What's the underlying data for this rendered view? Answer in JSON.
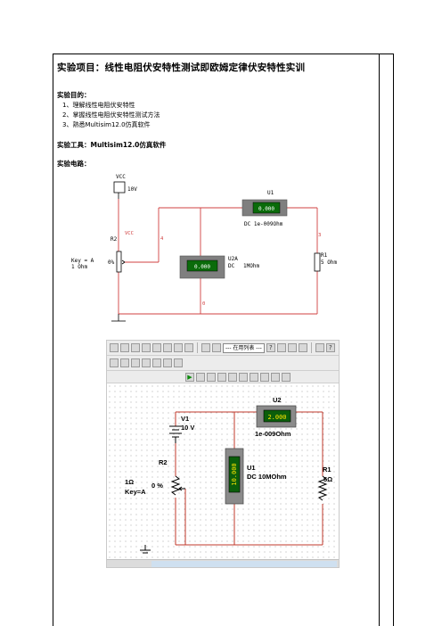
{
  "page": {
    "title": "实验项目：线性电阻伏安特性测试即欧姆定律伏安特性实训",
    "purpose_label": "实验目的：",
    "purpose_items": [
      "1、理解线性电阻伏安特性",
      "2、掌握线性电阻伏安特性测试方法",
      "3、熟悉Multisim12.0仿真软件"
    ],
    "tools_label": "实验工具：Multisim12.0仿真软件",
    "circuit_label": "实验电路："
  },
  "schematic": {
    "vcc_label": "VCC",
    "vcc_value": "10V",
    "net_vcc": "VCC",
    "r2_name": "R2",
    "r2_key": "Key = A",
    "r2_value": "1 Ohm",
    "r2_percent": "0%",
    "u1_name": "U1",
    "u1_reading": "0.000",
    "u1_spec": "DC  1e-009Ohm",
    "u2a_name": "U2A",
    "u2a_reading": "0.000",
    "u2a_spec_dc": "DC",
    "u2a_spec_r": "1MOhm",
    "r1_name": "R1",
    "r1_value": "5 Ohm",
    "node_4": "4",
    "node_3": "3",
    "node_0": "0"
  },
  "screenshot": {
    "toolbar_dropdown": "--- 在用列表 ---",
    "u2_name": "U2",
    "u2_reading": "2.000",
    "u2_spec": "1e-009Ohm",
    "v1_name": "V1",
    "v1_value": "10 V",
    "r2_name": "R2",
    "r2_value": "1Ω",
    "r2_key": "Key=A",
    "r2_percent": "0 %",
    "u1_name": "U1",
    "u1_spec": "DC  10MOhm",
    "u1_reading": "10.000",
    "r1_name": "R1",
    "r1_value": "5Ω"
  },
  "colors": {
    "wire": "#c0392b",
    "meter_body": "#7f7f7f",
    "meter_lcd": "#0a6b0a",
    "meter_digits": "#ffffff",
    "screenshot_meter_digits": "#ffe600"
  }
}
